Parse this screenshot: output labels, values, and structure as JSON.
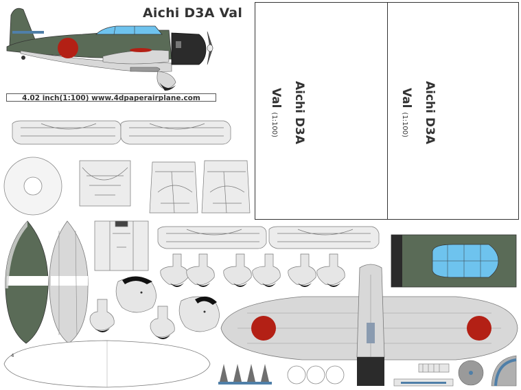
{
  "header": {
    "title": "Aichi D3A Val",
    "scale_caption": "4.02 inch(1:100)  www.4dpaperairplane.com"
  },
  "card_panel": {
    "left_label_line1": "Aichi D3A",
    "left_label_line2": "Val",
    "left_label_scale": "(1:100)",
    "right_label_line1": "Aichi D3A",
    "right_label_line2": "Val",
    "right_label_scale": "(1:100)"
  },
  "parts": {
    "part_number": "4"
  },
  "colors": {
    "camo_green": "#5a6b57",
    "hinomaru_red": "#b32015",
    "canopy_blue": "#6ec3ee",
    "light_gray": "#d8d8d8",
    "line_gray": "#777777",
    "dark_engine": "#2b2b2b",
    "stripe_blue": "#4f7fa8"
  }
}
